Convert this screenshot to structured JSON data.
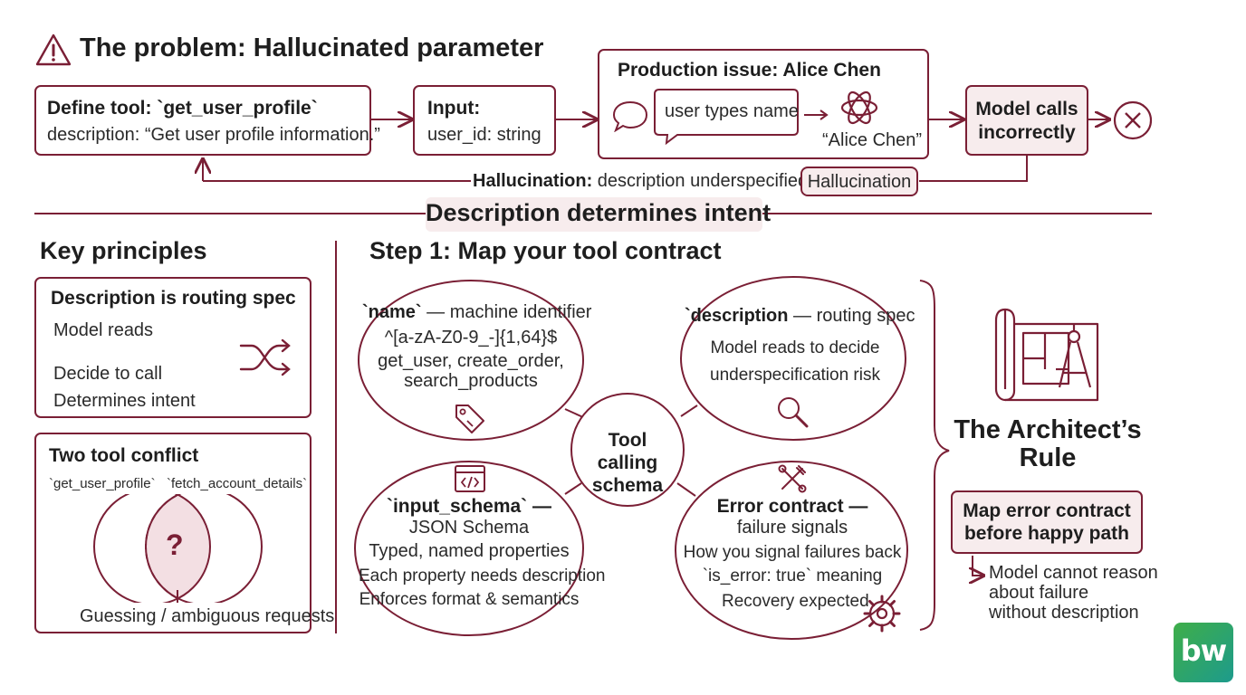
{
  "title": "The problem: Hallucinated parameter",
  "flow": {
    "define_tool": {
      "title": "Define tool: `get_user_profile`",
      "description": "description: “Get user profile information.”"
    },
    "input": {
      "title": "Input:",
      "value": "user_id: string"
    },
    "production": {
      "title": "Production issue: Alice Chen",
      "bubble": "user types name",
      "output": "“Alice Chen”"
    },
    "model_calls": "Model calls incorrectly",
    "hallucination_prefix": "Hallucination:",
    "hallucination_text": "description underspecified",
    "hallucination_tag": "Hallucination"
  },
  "divider_label": "Description determines intent",
  "key_principles": {
    "heading": "Key principles",
    "routing": {
      "title": "Description is routing spec",
      "items": [
        "Model reads",
        "Decide to call",
        "Determines intent"
      ]
    },
    "conflict": {
      "title": "Two tool conflict",
      "tool_a": "`get_user_profile`",
      "tool_b": "`fetch_account_details`",
      "mark": "?",
      "caption": "Guessing / ambiguous requests"
    }
  },
  "step1": {
    "heading": "Step 1: Map your tool contract",
    "center": "Tool calling schema",
    "name": {
      "title": "`name`",
      "title_suffix": " — machine identifier",
      "lines": [
        "^[a-zA-Z0-9_-]{1,64}$",
        "get_user, create_order,",
        "search_products"
      ]
    },
    "description": {
      "title": "`description",
      "title_suffix": " — routing spec",
      "lines": [
        "Model reads to decide",
        "underspecification risk"
      ]
    },
    "input_schema": {
      "title": "`input_schema` —",
      "lines": [
        "JSON Schema",
        "Typed, named properties",
        "Each property needs description",
        "Enforces format & semantics"
      ]
    },
    "error": {
      "title": "Error contract —",
      "lines": [
        "failure signals",
        "How you signal failures back",
        "`is_error: true` meaning",
        "Recovery expected"
      ]
    }
  },
  "architect": {
    "title_line1": "The Architect’s",
    "title_line2": "Rule",
    "rule": "Map error contract before happy path",
    "notes": [
      "Model cannot reason",
      "about failure",
      "without description"
    ]
  },
  "logo": "bw",
  "colors": {
    "accent": "#7a1f35",
    "shade": "#f7eced",
    "text": "#2a2a2a",
    "logo_green": "#3fae49",
    "logo_teal": "#1d9b8c"
  },
  "icons": [
    "warning-icon",
    "speech-bubble-icon",
    "ai-knot-icon",
    "error-circle-icon",
    "shuffle-icon",
    "tag-icon",
    "magnifier-icon",
    "code-window-icon",
    "tools-icon",
    "gear-icon",
    "blueprint-icon"
  ]
}
